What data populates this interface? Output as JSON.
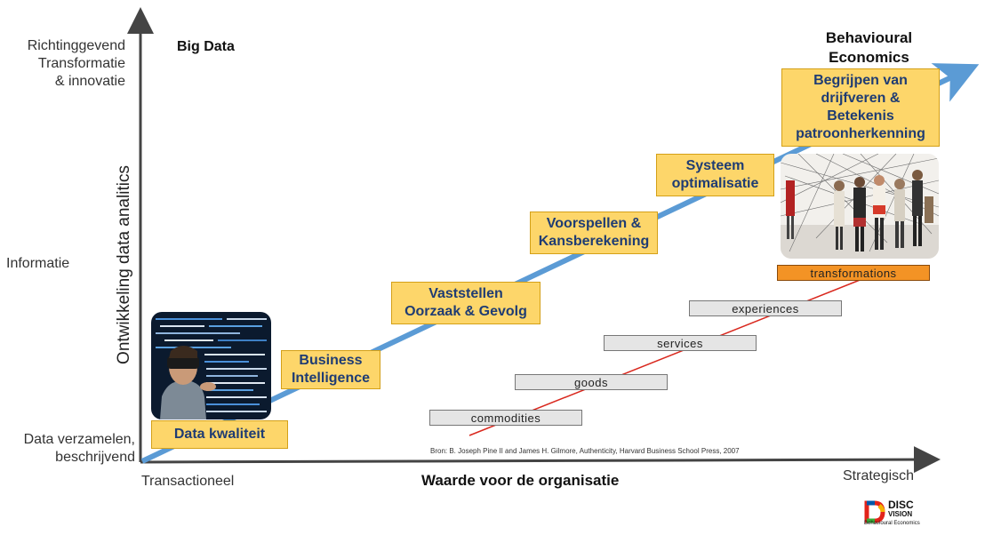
{
  "y_axis": {
    "title": "Ontwikkeling data analitics",
    "top_label": [
      "Richtinggevend",
      "Transformatie",
      "& innovatie"
    ],
    "mid_label": "Informatie",
    "bottom_label": [
      "Data verzamelen,",
      "beschrijvend"
    ]
  },
  "x_axis": {
    "title": "Waarde voor de organisatie",
    "left_label": "Transactioneel",
    "right_label": "Strategisch"
  },
  "big_data_label": "Big Data",
  "behavioural_label": [
    "Behavioural",
    "Economics"
  ],
  "stages": {
    "s1": "Data kwaliteit",
    "s2": [
      "Business",
      "Intelligence"
    ],
    "s3": [
      "Vaststellen",
      "Oorzaak & Gevolg"
    ],
    "s4": [
      "Voorspellen &",
      "Kansberekening"
    ],
    "s5": [
      "Systeem",
      "optimalisatie"
    ],
    "s6": [
      "Begrijpen van",
      "drijfveren &",
      "Betekenis",
      "patroonherkenning"
    ]
  },
  "economy_levels": {
    "commodities": "commodities",
    "goods": "goods",
    "services": "services",
    "experiences": "experiences",
    "transformations": "transformations"
  },
  "source_note": "Bron: B. Joseph Pine II and James H. Gilmore, Authenticity, Harvard Business School Press, 2007",
  "logo": {
    "name": "DISC",
    "sub": "VISION",
    "tagline": "Behavioural Economics"
  },
  "colors": {
    "stage_fill": "#fdd66a",
    "stage_text": "#1f3c73",
    "trend_arrow": "#5b9bd5",
    "economy_line": "#d9281e",
    "transformations_fill": "#f39325"
  }
}
